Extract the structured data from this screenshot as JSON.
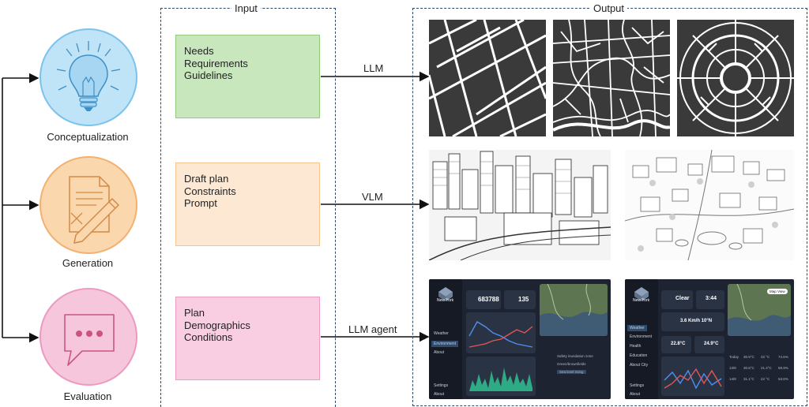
{
  "stages": [
    {
      "label": "Conceptualization",
      "icon": "lightbulb-icon"
    },
    {
      "label": "Generation",
      "icon": "document-pencil-icon"
    },
    {
      "label": "Evaluation",
      "icon": "chat-bubble-icon"
    }
  ],
  "colors": {
    "conceptualization": "#bfe3f7",
    "generation": "#fbd7ad",
    "evaluation": "#f6c7dc",
    "needs_box": "#c9e7bd",
    "draft_box": "#fde9d3",
    "plan_box": "#f9cde2",
    "dashboard_bg": "#1d2330"
  },
  "input": {
    "title": "Input",
    "boxes": [
      {
        "lines": [
          "Needs",
          "Requirements",
          "Guidelines"
        ]
      },
      {
        "lines": [
          "Draft plan",
          "Constraints",
          "Prompt"
        ]
      },
      {
        "lines": [
          "Plan",
          "Demographics",
          "Conditions"
        ]
      }
    ]
  },
  "models": [
    "LLM",
    "VLM",
    "LLM agent"
  ],
  "output": {
    "title": "Output",
    "dashboard1": {
      "city": "New York",
      "nav": [
        "Weather",
        "Environment",
        "About"
      ],
      "footer": [
        "Settings",
        "About"
      ],
      "kpi1": "683788",
      "kpi2": "135",
      "alerts": [
        "Safety inundation zone",
        "Green/brownfields",
        "Sea level rising"
      ]
    },
    "dashboard2": {
      "city": "New York",
      "nav": [
        "Weather",
        "Environment",
        "Health",
        "Education",
        "About City"
      ],
      "footer": [
        "Settings",
        "About"
      ],
      "weather": "Clear",
      "time": "3:44",
      "wind": "3.6 Km/h 10°N",
      "temp1": "22.8°C",
      "temp2": "24.9°C",
      "map_button": "Map View",
      "forecast": [
        [
          "Today",
          "30.9°C",
          "22 °C",
          "74.6%"
        ],
        [
          "13/8",
          "30.6°C",
          "21.4°C",
          "58.9%"
        ],
        [
          "14/8",
          "31.1°C",
          "22 °C",
          "53.6%"
        ]
      ]
    }
  }
}
